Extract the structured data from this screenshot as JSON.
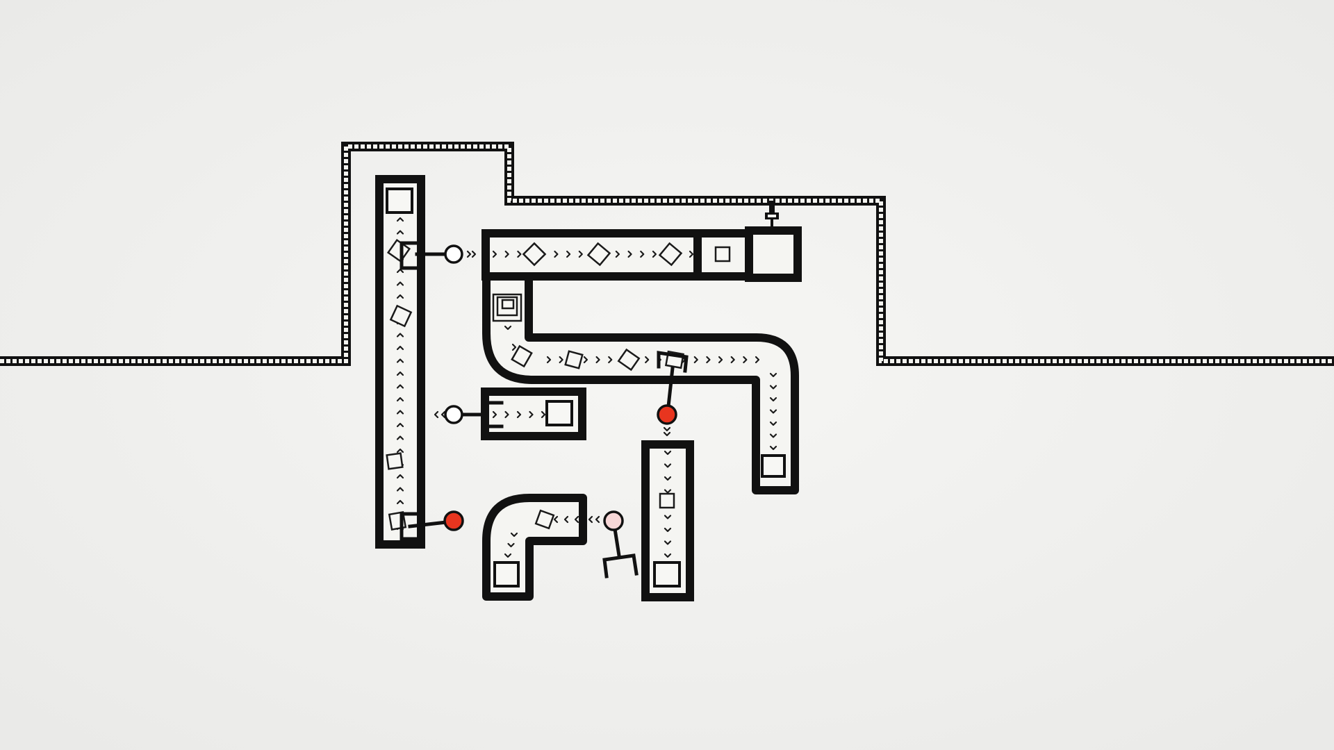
{
  "scene": {
    "background_center": "#f6f6f4",
    "background_edge": "#e9e9e7",
    "ink_color": "#111111",
    "belt_fill": "#f5f5f2",
    "lever_on_color": "#e8351f",
    "lever_pressed_color": "#f7d7d7",
    "lever_off_color": "#ffffff"
  },
  "levers": [
    {
      "id": "lever-a",
      "state": "off"
    },
    {
      "id": "lever-b",
      "state": "off"
    },
    {
      "id": "lever-c",
      "state": "on"
    },
    {
      "id": "lever-d",
      "state": "on"
    },
    {
      "id": "lever-e",
      "state": "pressed"
    }
  ]
}
